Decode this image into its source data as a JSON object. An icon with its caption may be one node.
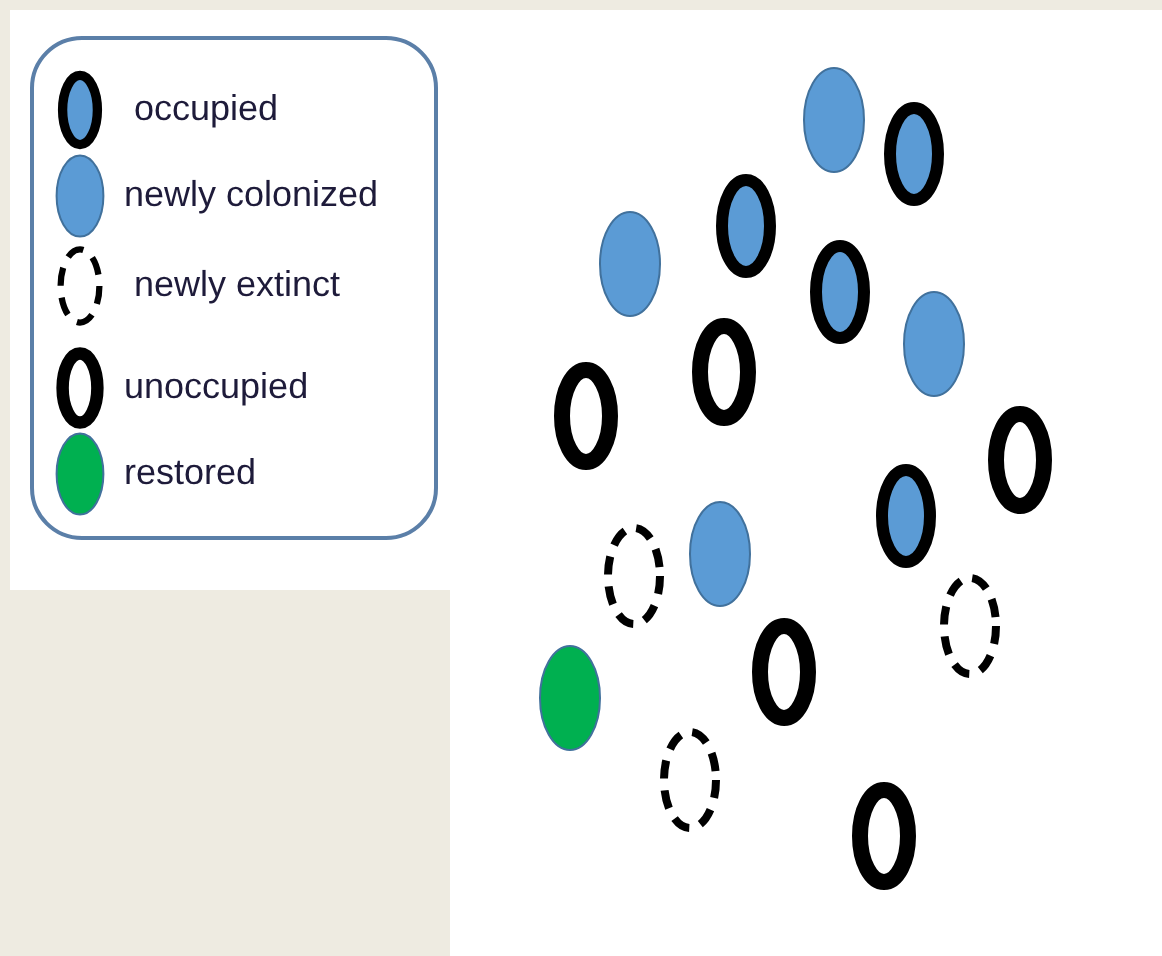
{
  "diagram": {
    "legend": [
      {
        "text": "occupied"
      },
      {
        "text": "newly colonized",
        "color": "#5b9bd5"
      },
      {
        "text": "newly extinct"
      },
      {
        "text": "unoccupied"
      },
      {
        "text": "restored",
        "color": "#00b050"
      }
    ]
  }
}
